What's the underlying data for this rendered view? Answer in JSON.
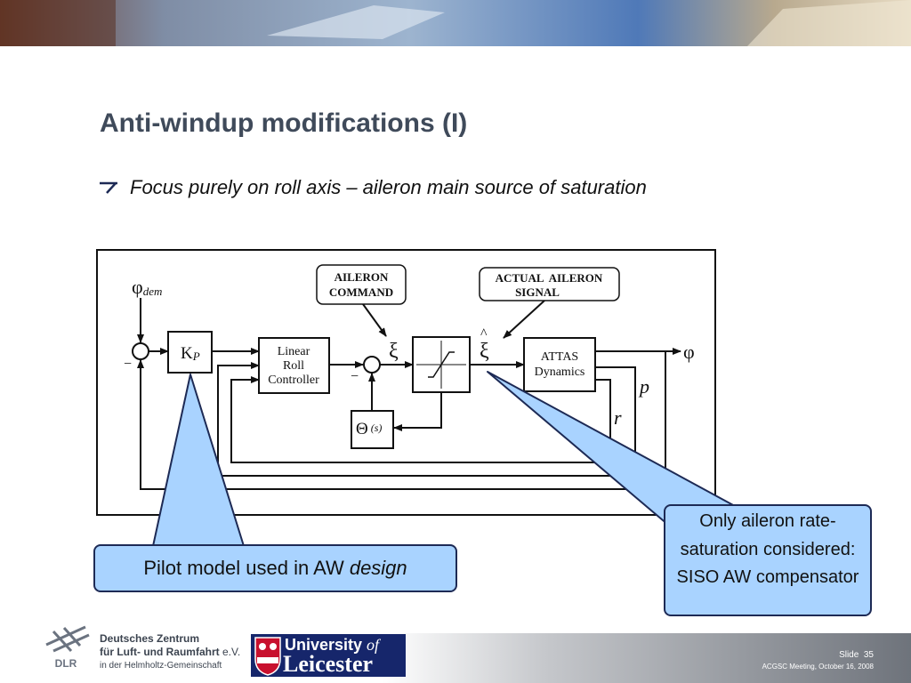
{
  "slide": {
    "title": "Anti-windup modifications (I)",
    "bullet": "Focus purely on roll axis – aileron main source of saturation",
    "bullet_icon": "arrow-bullet-icon"
  },
  "diagram": {
    "phi_dem": "φ",
    "phi_dem_sub": "dem",
    "kp": "K",
    "kp_sub": "P",
    "controller": [
      "Linear",
      "Roll",
      "Controller"
    ],
    "aileron_command": [
      "AILERON",
      "COMMAND"
    ],
    "actual_aileron_signal": [
      "ACTUAL  AILERON",
      "SIGNAL"
    ],
    "xi": "ξ",
    "xi_hat": "ξ",
    "hat": "^",
    "attas": [
      "ATTAS",
      "Dynamics"
    ],
    "theta": "Θ",
    "theta_arg": "(s)",
    "phi_out": "φ",
    "p": "p",
    "r": "r",
    "minus": "−"
  },
  "callouts": {
    "left_text": "Pilot model used in AW ",
    "left_italic": "design",
    "right_text": "Only aileron rate-saturation considered: SISO AW compensator"
  },
  "footer": {
    "dlr_line1": "Deutsches Zentrum",
    "dlr_line2": "für Luft- und Raumfahrt",
    "dlr_ev": " e.V.",
    "dlr_line3": "in der Helmholtz-Gemeinschaft",
    "dlr_logo": "DLR",
    "leicester_line1": "University ",
    "leicester_of": "of",
    "leicester_line2": "Leicester",
    "slide_label": "Slide",
    "slide_number": "35",
    "meeting": "ACGSC Meeting, October 16, 2008"
  },
  "colors": {
    "callout_fill": "#a9d3ff",
    "callout_border": "#1d2a55",
    "title": "#3f4a5a",
    "leicester_blue": "#16266b"
  }
}
